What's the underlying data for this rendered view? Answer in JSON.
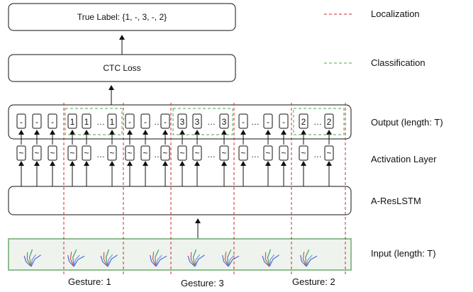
{
  "boxes": {
    "true_label": "True Label: {1, -, 3, -, 2}",
    "ctc_loss": "CTC Loss",
    "output_row": [
      "-",
      "-",
      "-",
      "1",
      "1",
      "…",
      "1",
      "-",
      "-",
      "…",
      "-",
      "3",
      "3",
      "…",
      "3",
      "-",
      "…",
      "-",
      "-",
      "2",
      "…",
      "2"
    ]
  },
  "legend": {
    "localization": "Localization",
    "classification": "Classification"
  },
  "layer_labels": {
    "output": "Output (length: T)",
    "activation": "Activation Layer",
    "resnet": "A-ResLSTM",
    "input": "Input (length: T)"
  },
  "gestures": [
    "Gesture: 1",
    "Gesture: 3",
    "Gesture: 2"
  ],
  "colors": {
    "localization": "#d62728",
    "classification": "#4ca64c",
    "stroke": "#111111"
  }
}
